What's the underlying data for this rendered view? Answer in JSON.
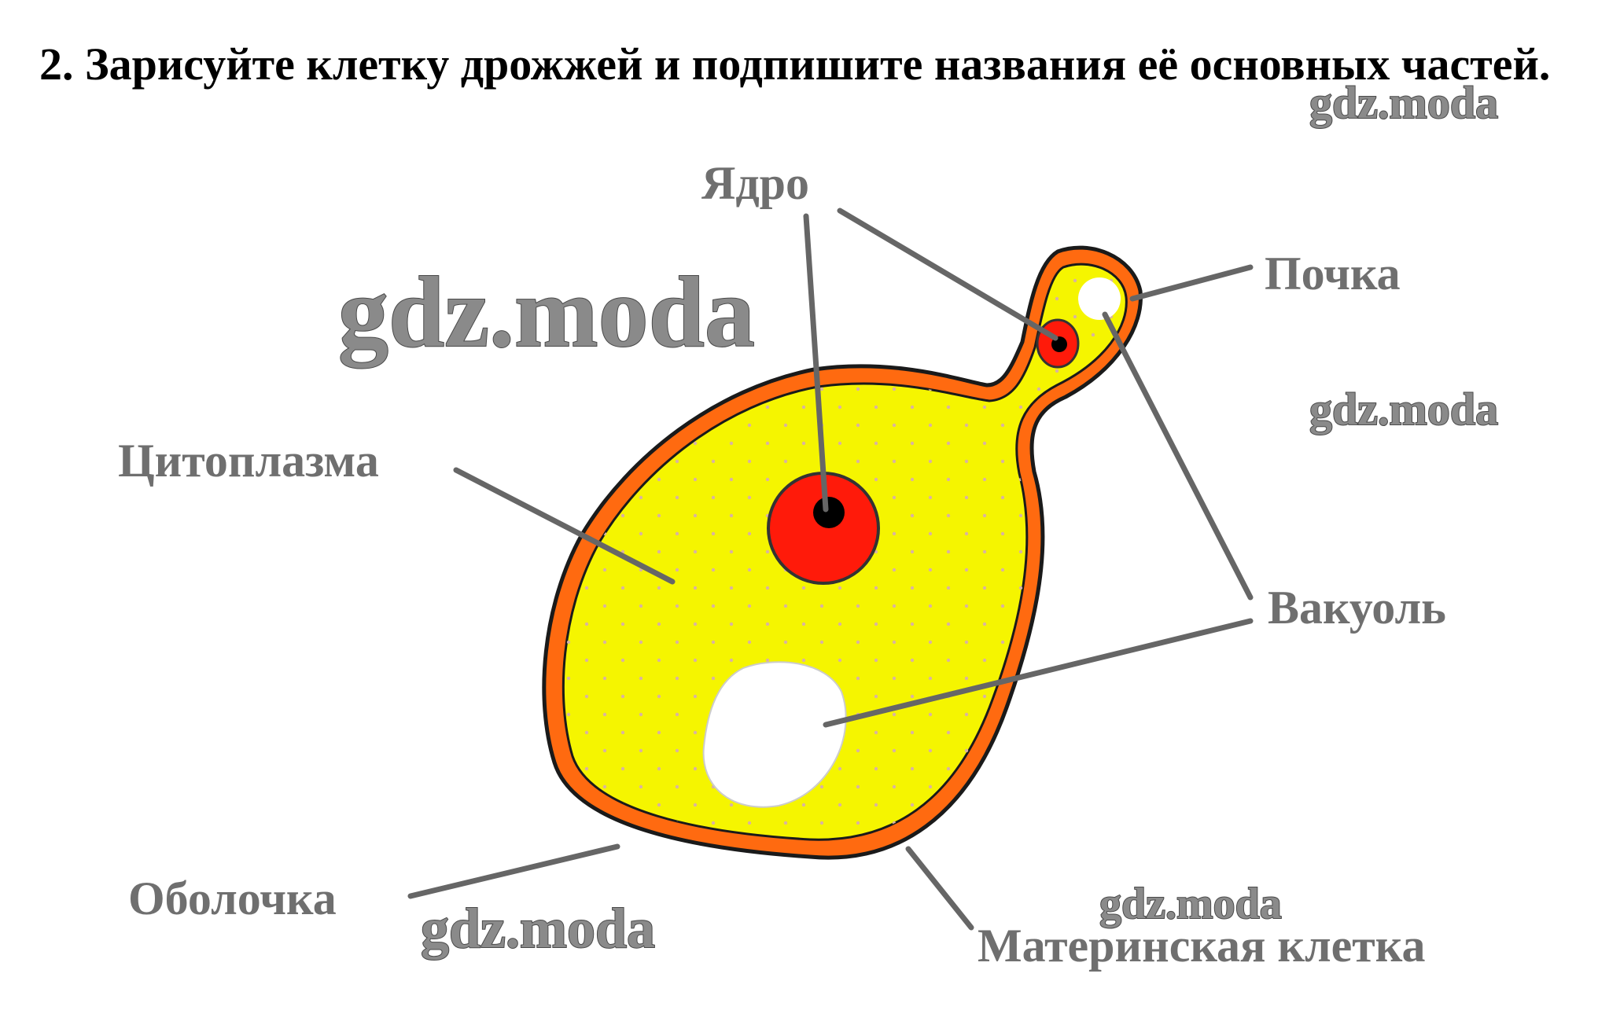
{
  "task": {
    "title": "2. Зарисуйте клетку дрожжей и подпишите названия её основных частей."
  },
  "labels": {
    "nucleus": "Ядро",
    "bud": "Почка",
    "cytoplasm": "Цитоплазма",
    "vacuole": "Вакуоль",
    "membrane": "Оболочка",
    "mother_cell": "Материнская клетка"
  },
  "watermarks": [
    "gdz.moda",
    "gdz.moda",
    "gdz.moda",
    "gdz.moda",
    "gdz.moda"
  ],
  "colors": {
    "cytoplasm": "#f5f500",
    "membrane": "#ff6a10",
    "nucleus": "#ff1a0a",
    "nucleolus": "#000000",
    "vacuole": "#ffffff",
    "leader_line": "#666666",
    "label_text": "#6f6f6f"
  }
}
